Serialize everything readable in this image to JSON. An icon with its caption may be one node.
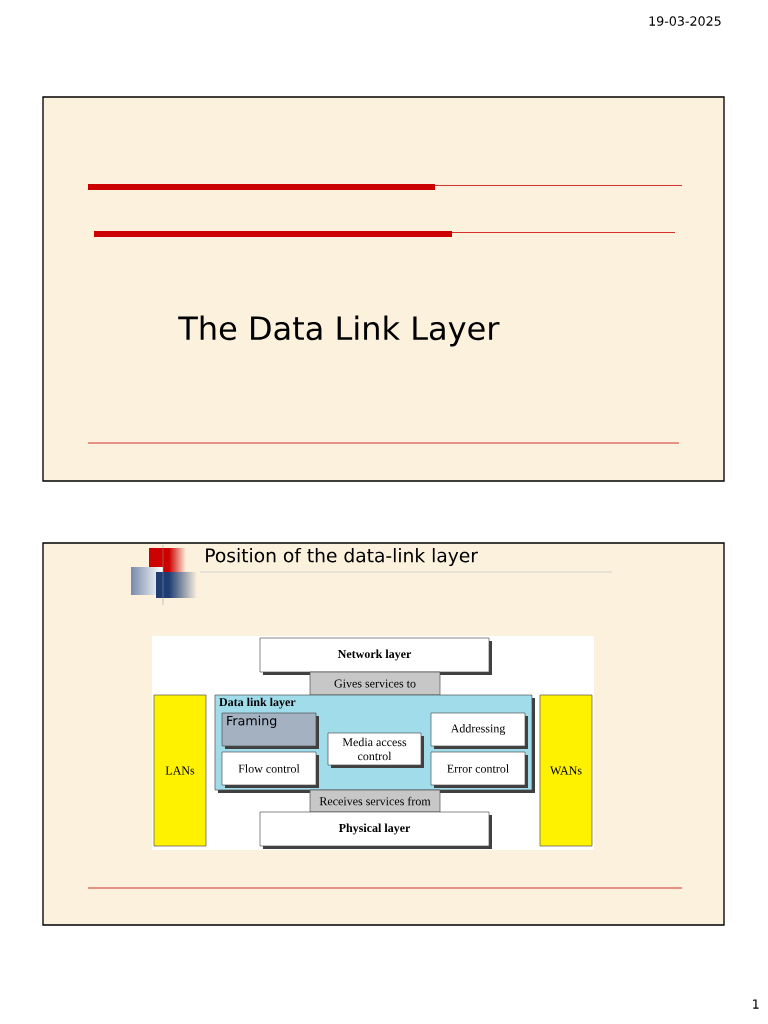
{
  "diagram": {
    "nodes": [
      {
        "text": [
          "Network layer"
        ]
      },
      {
        "text": [
          "Gives services to"
        ]
      },
      {
        "text": [
          "Data link layer"
        ]
      },
      {
        "text": [
          "Framing"
        ],
        "in": 2
      },
      {
        "text": [
          "Media access control"
        ],
        "in": 2
      },
      {
        "text": [
          "Addressing"
        ],
        "in": 2
      },
      {
        "text": [
          "Flow control"
        ],
        "in": 2
      },
      {
        "text": [
          "Error control"
        ],
        "in": 2
      },
      {
        "text": [
          "Receives services from"
        ]
      },
      {
        "text": [
          "Physical layer"
        ]
      },
      {
        "text": [
          "LANs"
        ]
      },
      {
        "text": [
          "WANs"
        ]
      }
    ],
    "labels": [
      "19-03-2025",
      "The Data Link Layer",
      "Position of the data-link layer",
      "1"
    ]
  }
}
